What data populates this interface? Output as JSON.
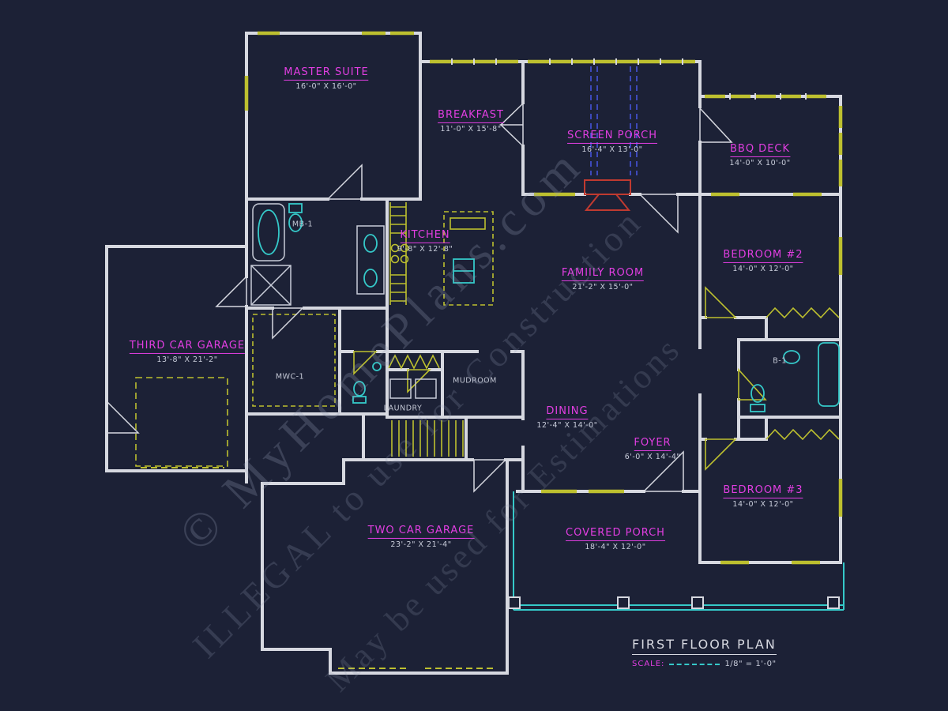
{
  "palette": {
    "background": "#1c2136",
    "wall": "#d6d8e0",
    "room_label": "#e23ee2",
    "dims_text": "#c9cddb",
    "window_yellow": "#bdc02f",
    "fixture_cyan": "#35c9c9",
    "fireplace_red": "#c03a30",
    "beam_blue": "#4857e6"
  },
  "rooms": [
    {
      "name": "MASTER SUITE",
      "dims": "16'-0\" X 16'-0\""
    },
    {
      "name": "BREAKFAST",
      "dims": "11'-0\" X 15'-8\""
    },
    {
      "name": "SCREEN PORCH",
      "dims": "16'-4\" X 13'-0\""
    },
    {
      "name": "BBQ DECK",
      "dims": "14'-0\" X 10'-0\""
    },
    {
      "name": "KITCHEN",
      "dims": "9'-8\" X 12'-8\""
    },
    {
      "name": "FAMIILY ROOM",
      "dims": "21'-2\" X 15'-0\""
    },
    {
      "name": "BEDROOM #2",
      "dims": "14'-0\" X 12'-0\""
    },
    {
      "name": "THIRD CAR GARAGE",
      "dims": "13'-8\" X 21'-2\""
    },
    {
      "name": "DINING",
      "dims": "12'-4\" X 14'-0\""
    },
    {
      "name": "FOYER",
      "dims": "6'-0\" X 14'-4\""
    },
    {
      "name": "BEDROOM #3",
      "dims": "14'-0\" X 12'-0\""
    },
    {
      "name": "TWO CAR GARAGE",
      "dims": "23'-2\" X 21'-4\""
    },
    {
      "name": "COVERED PORCH",
      "dims": "18'-4\" X 12'-0\""
    }
  ],
  "small_labels": [
    {
      "text": "MB-1"
    },
    {
      "text": "MWC-1"
    },
    {
      "text": "LAUNDRY"
    },
    {
      "text": "MUDROOM"
    },
    {
      "text": "B-1"
    }
  ],
  "watermark": {
    "line1": "© MyHomePlans.com",
    "line2": "ILLEGAL to use for Construction",
    "line3": "May be used for Estimations"
  },
  "title_block": {
    "title": "FIRST FLOOR PLAN",
    "scale_label": "SCALE:",
    "scale_value": "1/8\" = 1'-0\""
  }
}
